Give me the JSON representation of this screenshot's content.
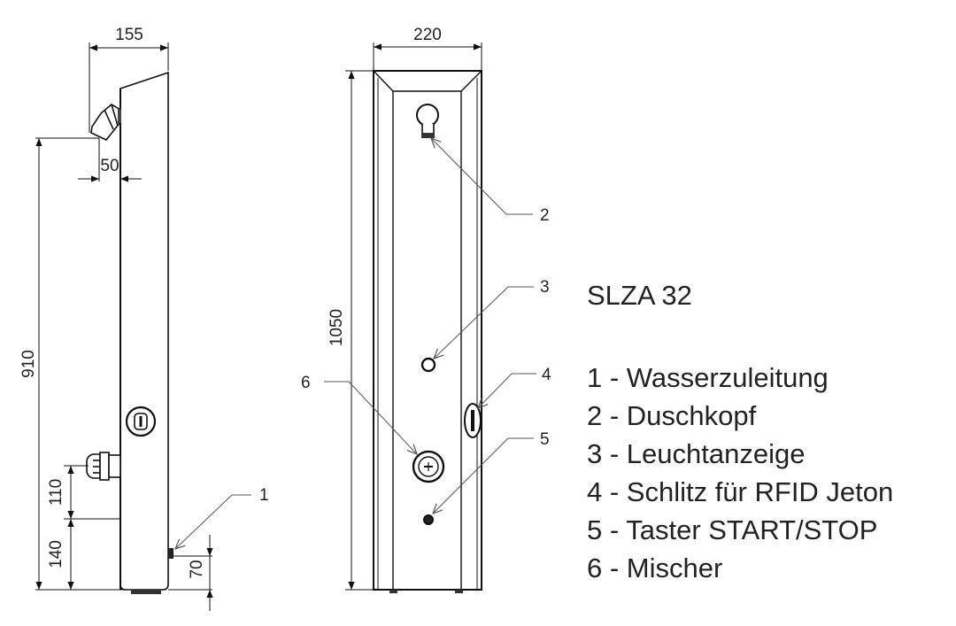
{
  "dimensions": {
    "side_width": "155",
    "head_offset": "50",
    "head_height": "910",
    "mixer_spacing": "110",
    "mixer_height": "140",
    "inlet_height": "70",
    "front_width": "220",
    "total_height": "1050"
  },
  "callouts": [
    "1",
    "2",
    "3",
    "4",
    "5",
    "6"
  ],
  "model": "SLZA 32",
  "legend": [
    "1 - Wasserzuleitung",
    "2 - Duschkopf",
    "3 - Leuchtanzeige",
    "4 - Schlitz für RFID Jeton",
    "5 - Taster START/STOP",
    "6 - Mischer"
  ]
}
